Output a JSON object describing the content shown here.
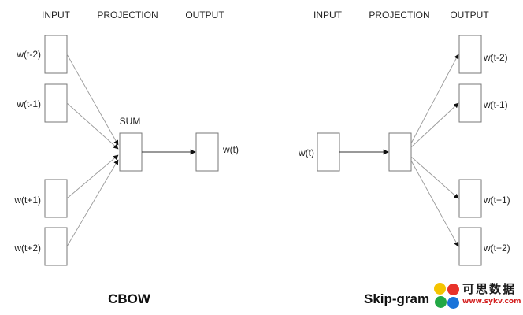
{
  "diagrams": {
    "cbow": {
      "title": "CBOW",
      "headers": {
        "input": "INPUT",
        "projection": "PROJECTION",
        "output": "OUTPUT"
      },
      "projection_label": "SUM",
      "inputs": [
        "w(t-2)",
        "w(t-1)",
        "w(t+1)",
        "w(t+2)"
      ],
      "output": "w(t)"
    },
    "skipgram": {
      "title": "Skip-gram",
      "headers": {
        "input": "INPUT",
        "projection": "PROJECTION",
        "output": "OUTPUT"
      },
      "input": "w(t)",
      "outputs": [
        "w(t-2)",
        "w(t-1)",
        "w(t+1)",
        "w(t+2)"
      ]
    }
  },
  "watermark": {
    "text": "可思数据",
    "url": "www.sykv.com",
    "colors": [
      "#f5c400",
      "#e8322a",
      "#22a845",
      "#1a73d9"
    ]
  }
}
